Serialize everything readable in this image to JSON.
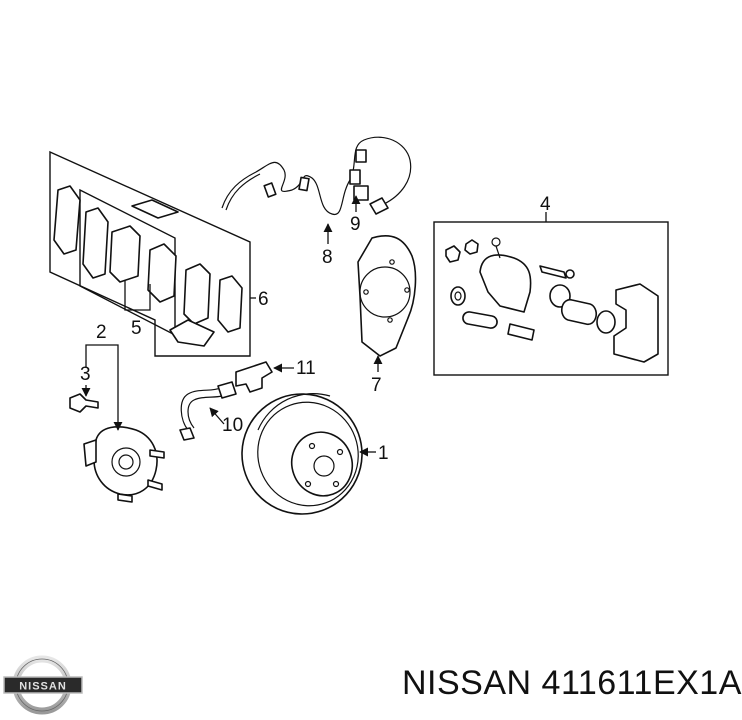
{
  "callouts": [
    "1",
    "2",
    "3",
    "4",
    "5",
    "6",
    "7",
    "8",
    "9",
    "10",
    "11"
  ],
  "footer": {
    "part_number": "NISSAN 411611EX1A"
  },
  "logo": {
    "text": "NISSAN"
  },
  "colors": {
    "line": "#111111",
    "background": "#ffffff"
  }
}
